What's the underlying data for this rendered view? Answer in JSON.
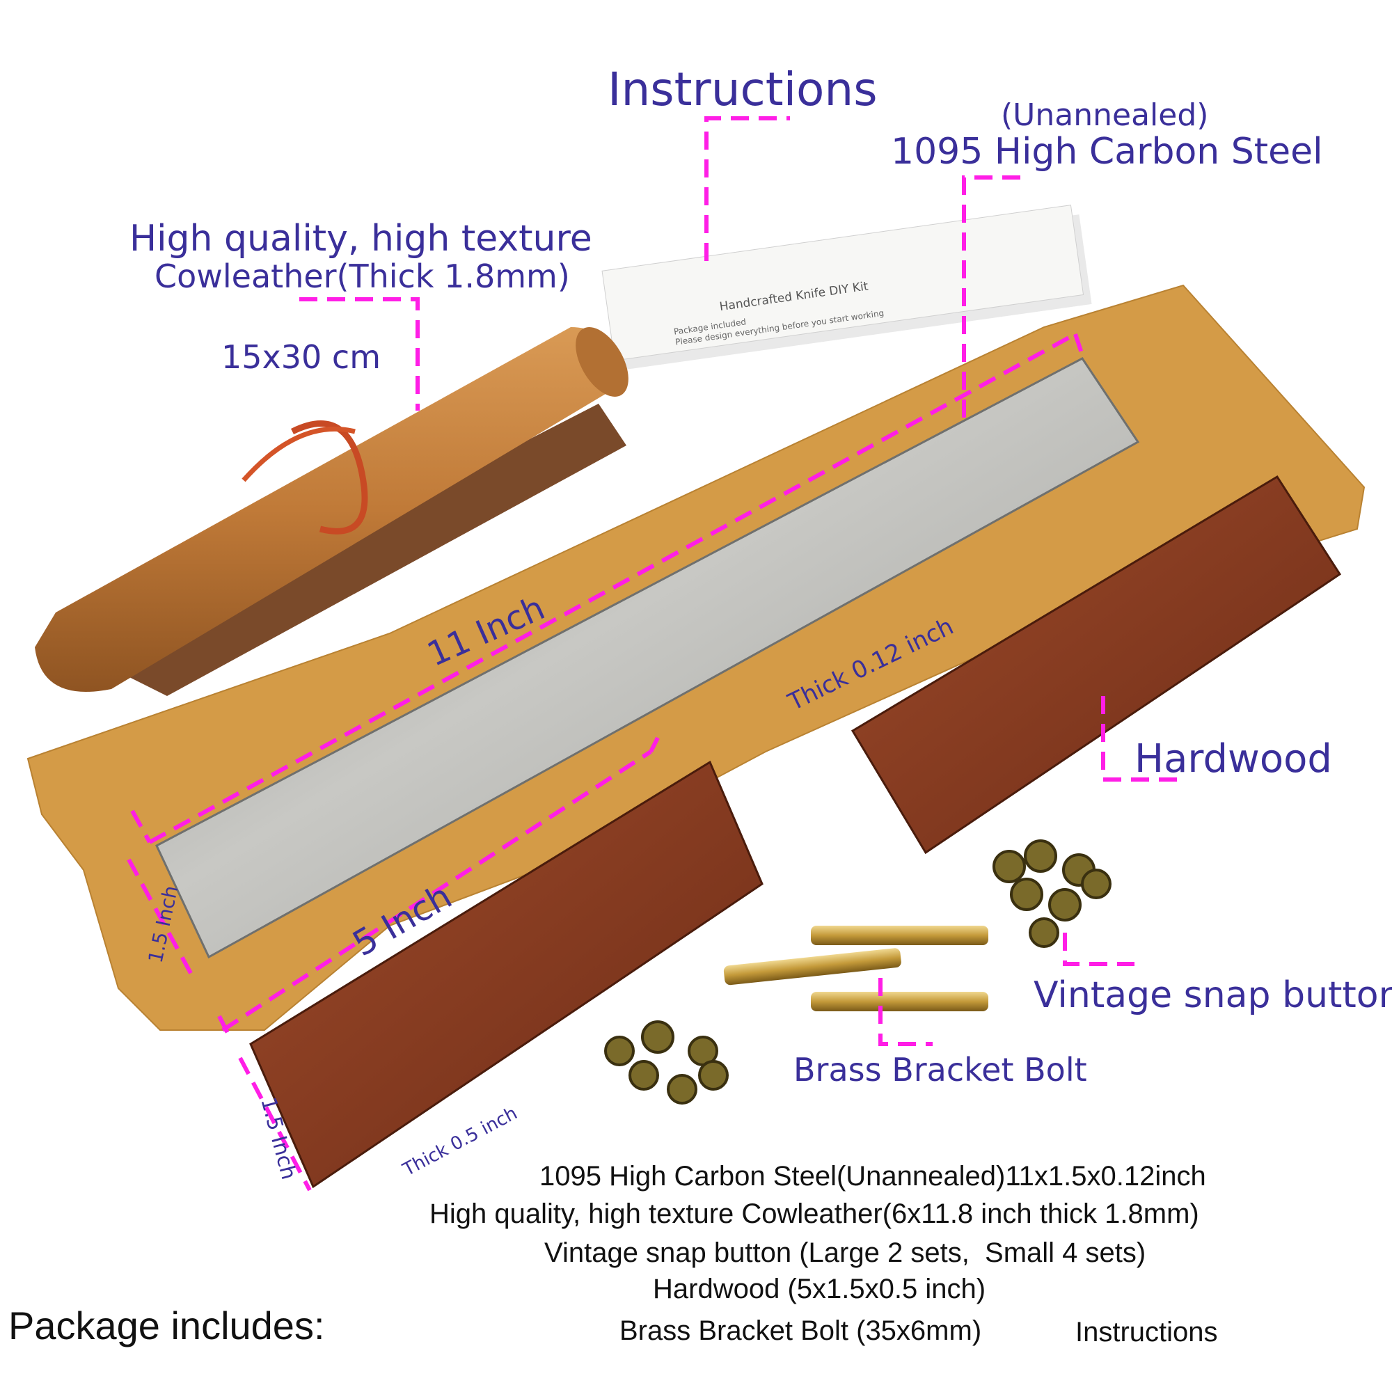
{
  "callouts": {
    "instructions": "Instructions",
    "steel_note": "(Unannealed)",
    "steel_name": "1095 High Carbon Steel",
    "leather_line1": "High quality, high texture",
    "leather_line2": "Cowleather(Thick 1.8mm)",
    "leather_size": "15x30 cm",
    "hardwood": "Hardwood",
    "snap_button": "Vintage snap button",
    "brass_bolt": "Brass Bracket Bolt"
  },
  "card": {
    "title": "Handcrafted Knife DIY Kit",
    "line1": "Package included",
    "line2": "Please design everything before you start working"
  },
  "dimensions": {
    "steel_length": "11 Inch",
    "steel_thick": "Thick 0.12 inch",
    "steel_width": "1.5 Inch",
    "wood_length": "5 Inch",
    "wood_width": "1.5 Inch",
    "wood_thick": "Thick 0.5 inch"
  },
  "package": {
    "heading": "Package includes:",
    "line1": "1095 High Carbon Steel(Unannealed)11x1.5x0.12inch",
    "line2": "High quality, high texture Cowleather(6x11.8 inch thick 1.8mm)",
    "line3": "Vintage snap button (Large 2 sets,  Small 4 sets)",
    "line4": "Hardwood (5x1.5x0.5 inch)",
    "line5a": "Brass Bracket Bolt (35x6mm)",
    "line5b": "Instructions"
  },
  "colors": {
    "label": "#3a2f9a",
    "leader": "#ff1ee6",
    "paper": "#d39a45",
    "steel": "#a9a9a6",
    "wood": "#8a3a1e",
    "leather": "#c57f3d"
  }
}
